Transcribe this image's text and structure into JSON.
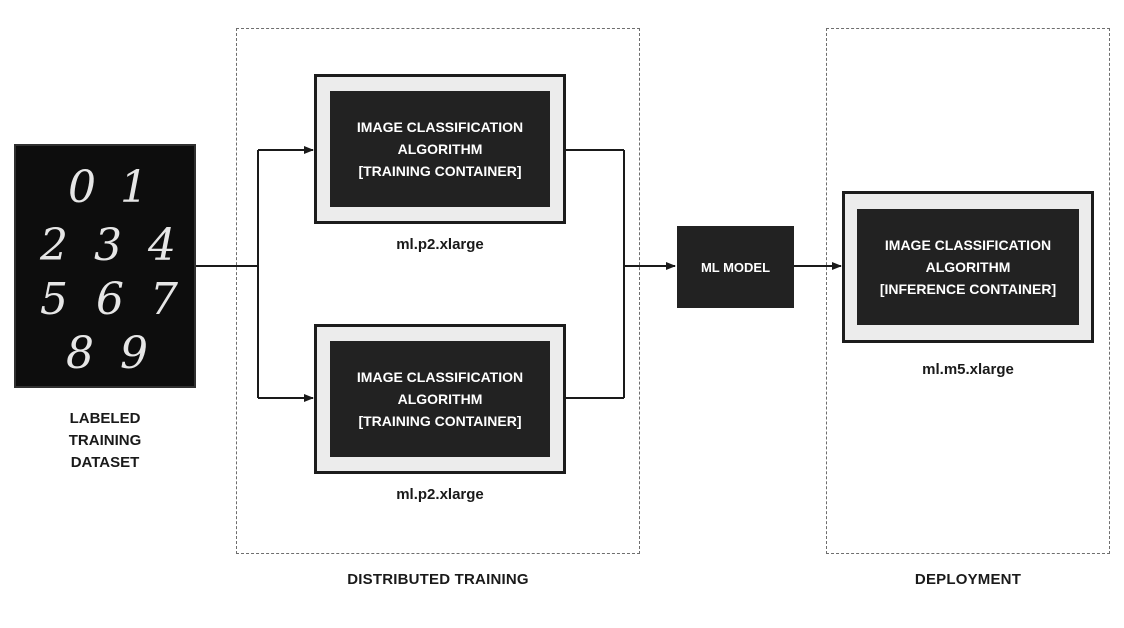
{
  "dataset": {
    "digits": [
      "0",
      "1",
      "2",
      "3",
      "4",
      "5",
      "6",
      "7",
      "8",
      "9"
    ],
    "label_lines": [
      "LABELED",
      "TRAINING",
      "DATASET"
    ]
  },
  "training": {
    "region_label": "DISTRIBUTED TRAINING",
    "containers": [
      {
        "lines": [
          "IMAGE CLASSIFICATION",
          "ALGORITHM",
          "[TRAINING CONTAINER]"
        ],
        "instance": "ml.p2.xlarge"
      },
      {
        "lines": [
          "IMAGE CLASSIFICATION",
          "ALGORITHM",
          "[TRAINING CONTAINER]"
        ],
        "instance": "ml.p2.xlarge"
      }
    ]
  },
  "model": {
    "label": "ML MODEL"
  },
  "deployment": {
    "region_label": "DEPLOYMENT",
    "container": {
      "lines": [
        "IMAGE CLASSIFICATION",
        "ALGORITHM",
        "[INFERENCE CONTAINER]"
      ],
      "instance": "ml.m5.xlarge"
    }
  }
}
